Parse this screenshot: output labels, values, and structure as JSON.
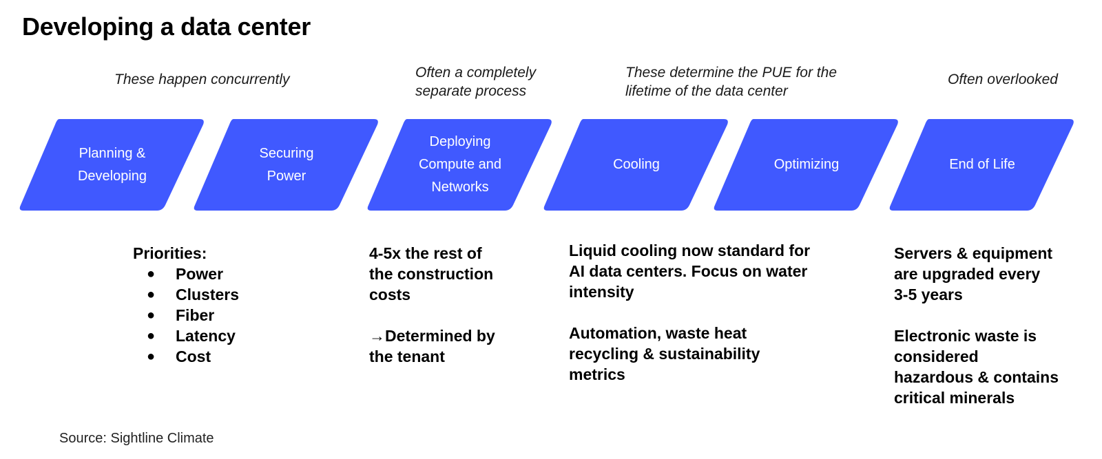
{
  "title": "Developing a data center",
  "accent_color": "#4059FF",
  "notes": [
    {
      "lines": [
        "These happen concurrently"
      ]
    },
    {
      "lines": [
        "Often a completely",
        "separate process"
      ]
    },
    {
      "lines": [
        "These determine the PUE for the",
        "lifetime of the data center"
      ]
    },
    {
      "lines": [
        "Often overlooked"
      ]
    }
  ],
  "stages": [
    {
      "lines": [
        "Planning &",
        "Developing"
      ]
    },
    {
      "lines": [
        "Securing",
        "Power"
      ]
    },
    {
      "lines": [
        "Deploying",
        "Compute and",
        "Networks"
      ]
    },
    {
      "lines": [
        "Cooling"
      ]
    },
    {
      "lines": [
        "Optimizing"
      ]
    },
    {
      "lines": [
        "End of Life"
      ]
    }
  ],
  "details": {
    "planning": {
      "heading": "Priorities:",
      "bullet_symbol": "●",
      "bullets": [
        "Power",
        "Clusters",
        "Fiber",
        "Latency",
        "Cost"
      ]
    },
    "deploying": {
      "para1": [
        "4-5x the rest of",
        "the construction",
        "costs"
      ],
      "para2": [
        "→Determined by",
        "the tenant"
      ]
    },
    "cooling": {
      "para1": [
        "Liquid cooling now standard for",
        "AI data centers. Focus on water",
        "intensity"
      ],
      "para2": [
        "Automation, waste heat",
        "recycling & sustainability",
        "metrics"
      ]
    },
    "end_of_life": {
      "para1": [
        "Servers & equipment",
        "are upgraded every",
        "3-5 years"
      ],
      "para2": [
        "Electronic waste is",
        "considered",
        "hazardous & contains",
        "critical minerals"
      ]
    }
  },
  "source": "Source: Sightline Climate"
}
